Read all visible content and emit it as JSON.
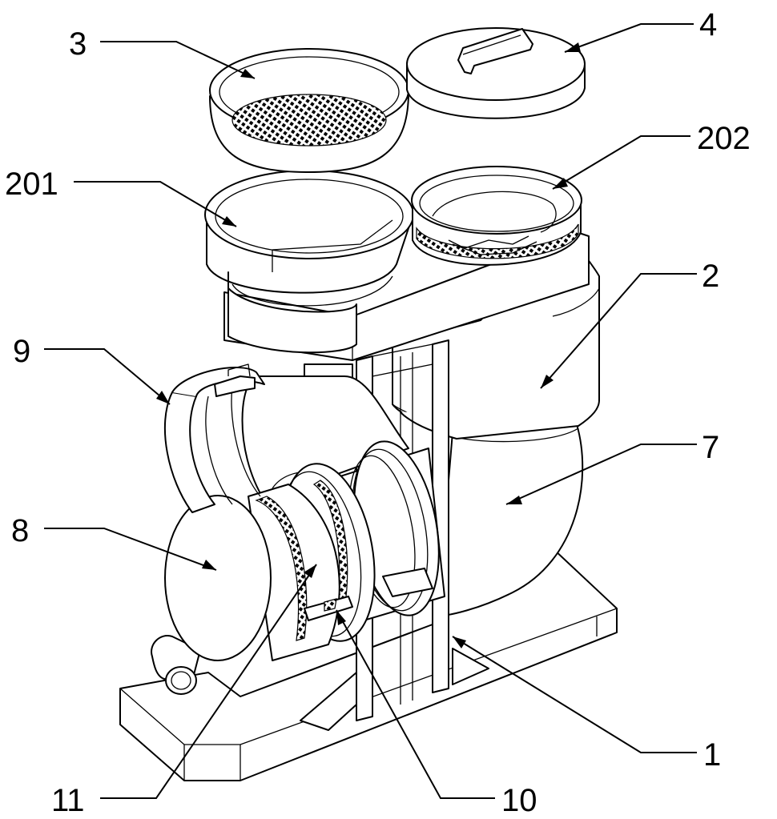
{
  "colors": {
    "line": "#000000",
    "background": "#ffffff"
  },
  "labels": [
    {
      "id": "label-3",
      "text": "3"
    },
    {
      "id": "label-4",
      "text": "4"
    },
    {
      "id": "label-201",
      "text": "201"
    },
    {
      "id": "label-202",
      "text": "202"
    },
    {
      "id": "label-2",
      "text": "2"
    },
    {
      "id": "label-9",
      "text": "9"
    },
    {
      "id": "label-7",
      "text": "7"
    },
    {
      "id": "label-8",
      "text": "8"
    },
    {
      "id": "label-1",
      "text": "1"
    },
    {
      "id": "label-11",
      "text": "11"
    },
    {
      "id": "label-10",
      "text": "10"
    }
  ]
}
